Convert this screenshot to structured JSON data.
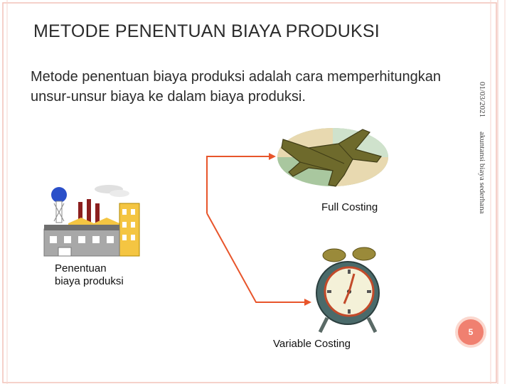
{
  "slide": {
    "title": "METODE PENENTUAN BIAYA PRODUKSI",
    "body": "Metode penentuan biaya produksi adalah cara memperhitungkan unsur-unsur biaya ke dalam biaya produksi.",
    "date": "01/03/2021",
    "footer": "akuntansi biaya sederhana",
    "page_number": "5"
  },
  "diagram": {
    "root_label": "Penentuan biaya produksi",
    "branches": [
      {
        "label": "Full Costing",
        "icon": "airplane-icon"
      },
      {
        "label": "Variable Costing",
        "icon": "alarm-clock-icon"
      }
    ],
    "root_icon": "factory-icon",
    "arrow_color": "#e8552b"
  },
  "colors": {
    "frame": "#f2c2b8",
    "accent": "#f08070"
  }
}
